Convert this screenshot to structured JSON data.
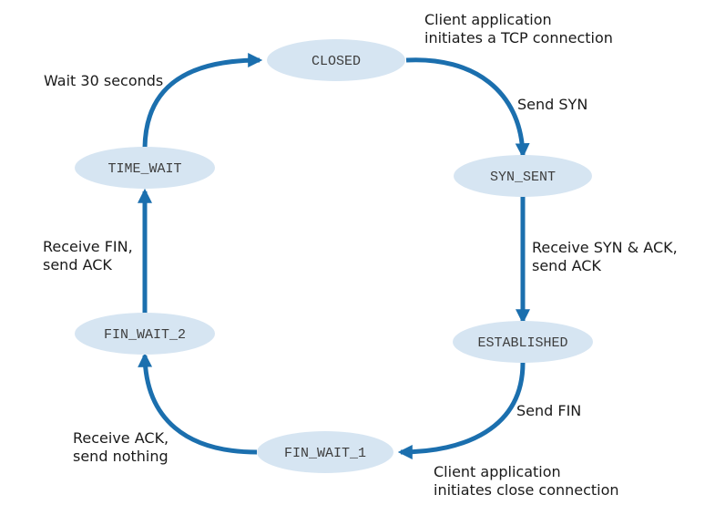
{
  "colors": {
    "arrow": "#1b6fae",
    "state_fill": "#d6e5f2",
    "state_text": "#3d3d3d",
    "label_text": "#1a1a1a"
  },
  "states": {
    "closed": "CLOSED",
    "syn_sent": "SYN_SENT",
    "established": "ESTABLISHED",
    "fin_wait_1": "FIN_WAIT_1",
    "fin_wait_2": "FIN_WAIT_2",
    "time_wait": "TIME_WAIT"
  },
  "labels": {
    "client_connect": [
      "Client application",
      "initiates a TCP connection"
    ],
    "send_syn": [
      "Send SYN"
    ],
    "receive_syn_ack": [
      "Receive SYN & ACK,",
      "send ACK"
    ],
    "send_fin": [
      "Send FIN"
    ],
    "client_close": [
      "Client application",
      "initiates close connection"
    ],
    "receive_ack": [
      "Receive ACK,",
      "send nothing"
    ],
    "receive_fin": [
      "Receive FIN,",
      "send ACK"
    ],
    "wait_30": [
      "Wait 30 seconds"
    ]
  }
}
